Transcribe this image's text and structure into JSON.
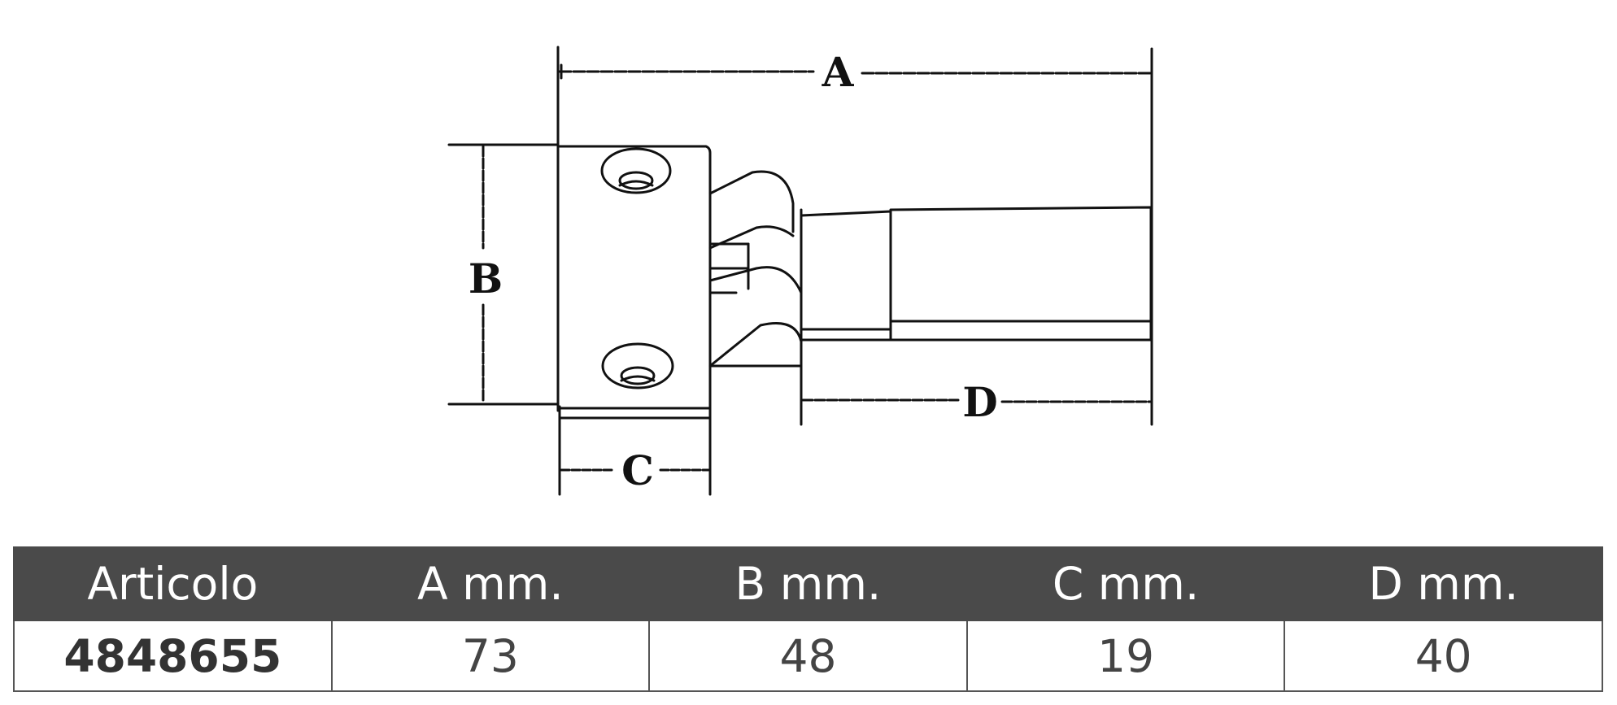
{
  "drawing": {
    "dim_a": "A",
    "dim_b": "B",
    "dim_c": "C",
    "dim_d": "D"
  },
  "table": {
    "headers": [
      "Articolo",
      "A mm.",
      "B mm.",
      "C mm.",
      "D mm."
    ],
    "rows": [
      [
        "4848655",
        "73",
        "48",
        "19",
        "40"
      ]
    ]
  }
}
